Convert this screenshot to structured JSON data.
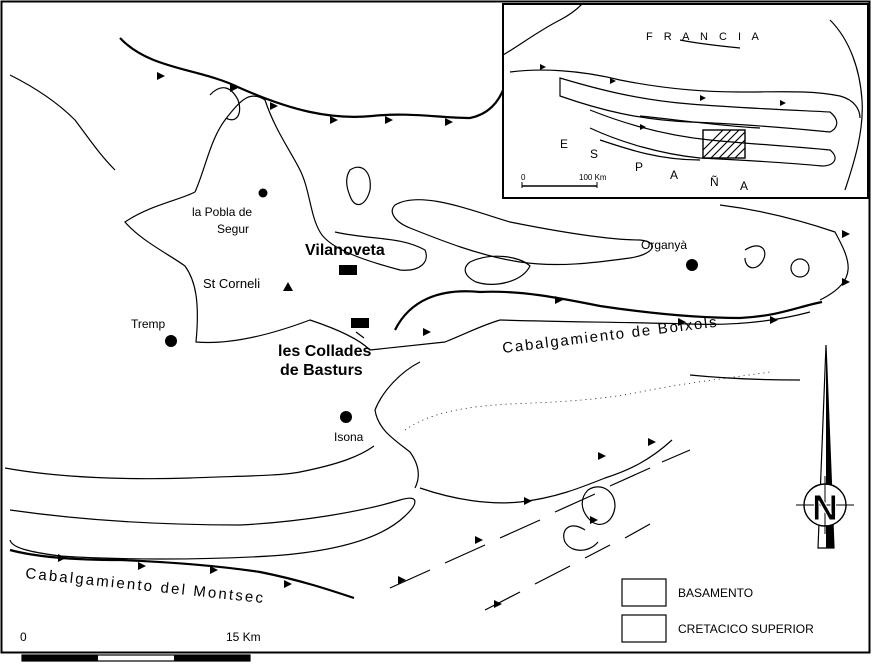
{
  "places": {
    "pobla": [
      "la Pobla de",
      "Segur"
    ],
    "st_corneli": "St Corneli",
    "tremp": "Tremp",
    "isona": "Isona",
    "organya": "Organyà",
    "vilanoveta": "Vilanoveta",
    "collades": [
      "les Collades",
      "de Basturs"
    ]
  },
  "thrusts": {
    "boixols": "Cabalgamiento de Boixols",
    "montsec": "Cabalgamiento del Montsec"
  },
  "inset": {
    "francia": "F R A N C I A",
    "espana": [
      "E",
      "S",
      "P",
      "A",
      "Ñ",
      "A"
    ],
    "scale_zero": "0",
    "scale_label": "100 Km"
  },
  "scale": {
    "zero": "0",
    "label": "15 Km"
  },
  "north_label": "N",
  "legend": [
    {
      "label": "BASAMENTO"
    },
    {
      "label": "CRETACICO SUPERIOR"
    }
  ]
}
